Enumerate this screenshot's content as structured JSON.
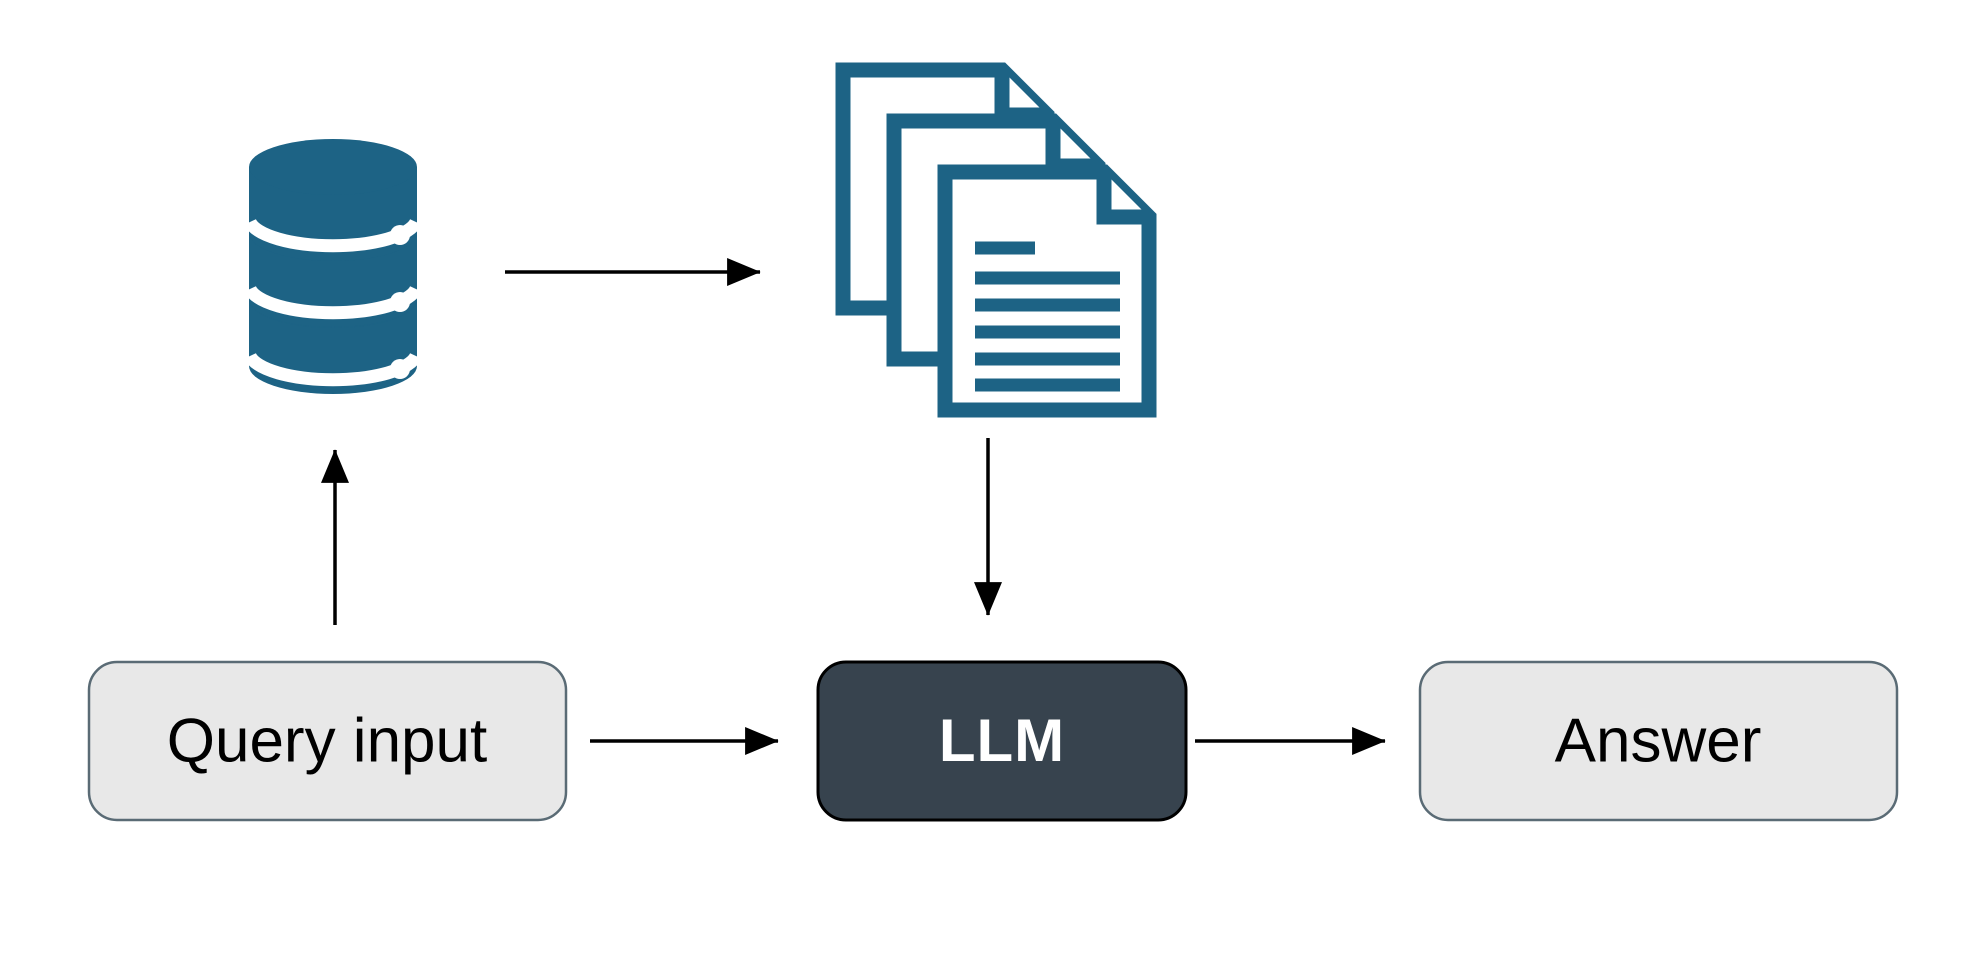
{
  "diagram": {
    "title": "Retrieval Augmented Generation flow",
    "background_color": "#ffffff",
    "accent_color": "#1d6385",
    "box_fill": "#e8e8e8",
    "box_stroke": "#5a6b75",
    "llm_fill": "#37434e",
    "llm_stroke": "#000000",
    "arrow_color": "#000000"
  },
  "nodes": {
    "database": {
      "label": "database-cylinder",
      "icon": "database-icon",
      "color": "#1d6385",
      "bands": 3,
      "dots": 3
    },
    "documents": {
      "label": "document-stack",
      "icon": "documents-icon",
      "color": "#1d6385",
      "sheet_count": 3,
      "front_text_lines": 6
    },
    "query_input": {
      "label": "Query input",
      "fill": "#e8e8e8",
      "stroke": "#5a6b75"
    },
    "llm": {
      "label": "LLM",
      "fill": "#37434e",
      "stroke": "#000000"
    },
    "answer": {
      "label": "Answer",
      "fill": "#e8e8e8",
      "stroke": "#5a6b75"
    }
  },
  "edges": [
    {
      "name": "database-to-documents",
      "from": "database",
      "to": "documents",
      "direction": "right"
    },
    {
      "name": "query-input-to-database",
      "from": "query_input",
      "to": "database",
      "direction": "up"
    },
    {
      "name": "documents-to-llm",
      "from": "documents",
      "to": "llm",
      "direction": "down"
    },
    {
      "name": "query-input-to-llm",
      "from": "query_input",
      "to": "llm",
      "direction": "right"
    },
    {
      "name": "llm-to-answer",
      "from": "llm",
      "to": "answer",
      "direction": "right"
    }
  ]
}
